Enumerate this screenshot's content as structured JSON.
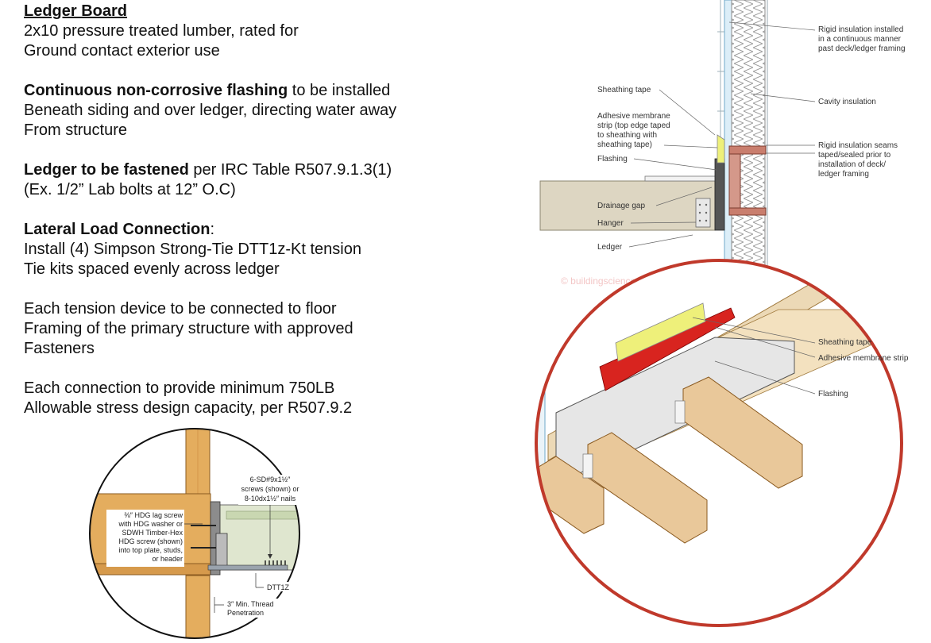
{
  "notes": {
    "ledger_heading": "Ledger Board",
    "ledger_line1": "2x10 pressure treated lumber, rated for",
    "ledger_line2": "Ground contact exterior use",
    "flashing_bold": "Continuous non-corrosive flashing",
    "flashing_rest": " to be installed",
    "flashing_line2": "Beneath siding and over ledger, directing water away",
    "flashing_line3": "From structure",
    "fasten_bold": "Ledger to be fastened",
    "fasten_rest": " per IRC Table R507.9.1.3(1)",
    "fasten_line2": "(Ex. 1/2” Lab bolts at 12” O.C)",
    "lateral_bold": "Lateral Load Connection",
    "lateral_colon": ":",
    "lateral_line1": "Install (4) Simpson Strong-Tie DTT1z-Kt tension",
    "lateral_line2": "Tie kits spaced evenly across ledger",
    "tension_line1": "Each tension device to be connected to floor",
    "tension_line2": "Framing of the primary structure with approved",
    "tension_line3": "Fasteners",
    "conn_line1": "Each connection to provide minimum 750LB",
    "conn_line2": "Allowable stress design capacity, per R507.9.2"
  },
  "detail_small": {
    "screws_1": "6-SD#9x1½″",
    "screws_2": "screws (shown) or",
    "screws_3": "8-10dx1½″ nails",
    "lag_1": "⅜″ HDG lag screw",
    "lag_2": "with HDG washer or",
    "lag_3": "SDWH Timber-Hex",
    "lag_4": "HDG screw (shown)",
    "lag_5": "into top plate, studs,",
    "lag_6": "or header",
    "dtt": "DTT1Z",
    "thread_1": "3″ Min. Thread",
    "thread_2": "Penetration"
  },
  "detail_large": {
    "sheathing_tape": "Sheathing tape",
    "membrane_1": "Adhesive membrane",
    "membrane_2": "strip (top edge taped",
    "membrane_3": "to sheathing with",
    "membrane_4": "sheathing tape)",
    "flashing": "Flashing",
    "drainage": "Drainage gap",
    "hanger": "Hanger",
    "ledger": "Ledger",
    "rigid_1": "Rigid insulation installed",
    "rigid_2": "in a continuous manner",
    "rigid_3": "past deck/ledger framing",
    "cavity": "Cavity insulation",
    "seams_1": "Rigid insulation seams",
    "seams_2": "taped/sealed prior to",
    "seams_3": "installation of deck/",
    "seams_4": "ledger framing",
    "watermark": "© buildingscience.com",
    "zoom_tape": "Sheathing tape",
    "zoom_membrane": "Adhesive membrane strip",
    "zoom_flashing": "Flashing"
  },
  "colors": {
    "wood": "#e9c89a",
    "wood_dark": "#c99a5c",
    "flashing_red": "#d8241f",
    "membrane_yellow": "#eef07a",
    "circle_red": "#c0392b",
    "ledger_tan": "#ddd6c2"
  }
}
